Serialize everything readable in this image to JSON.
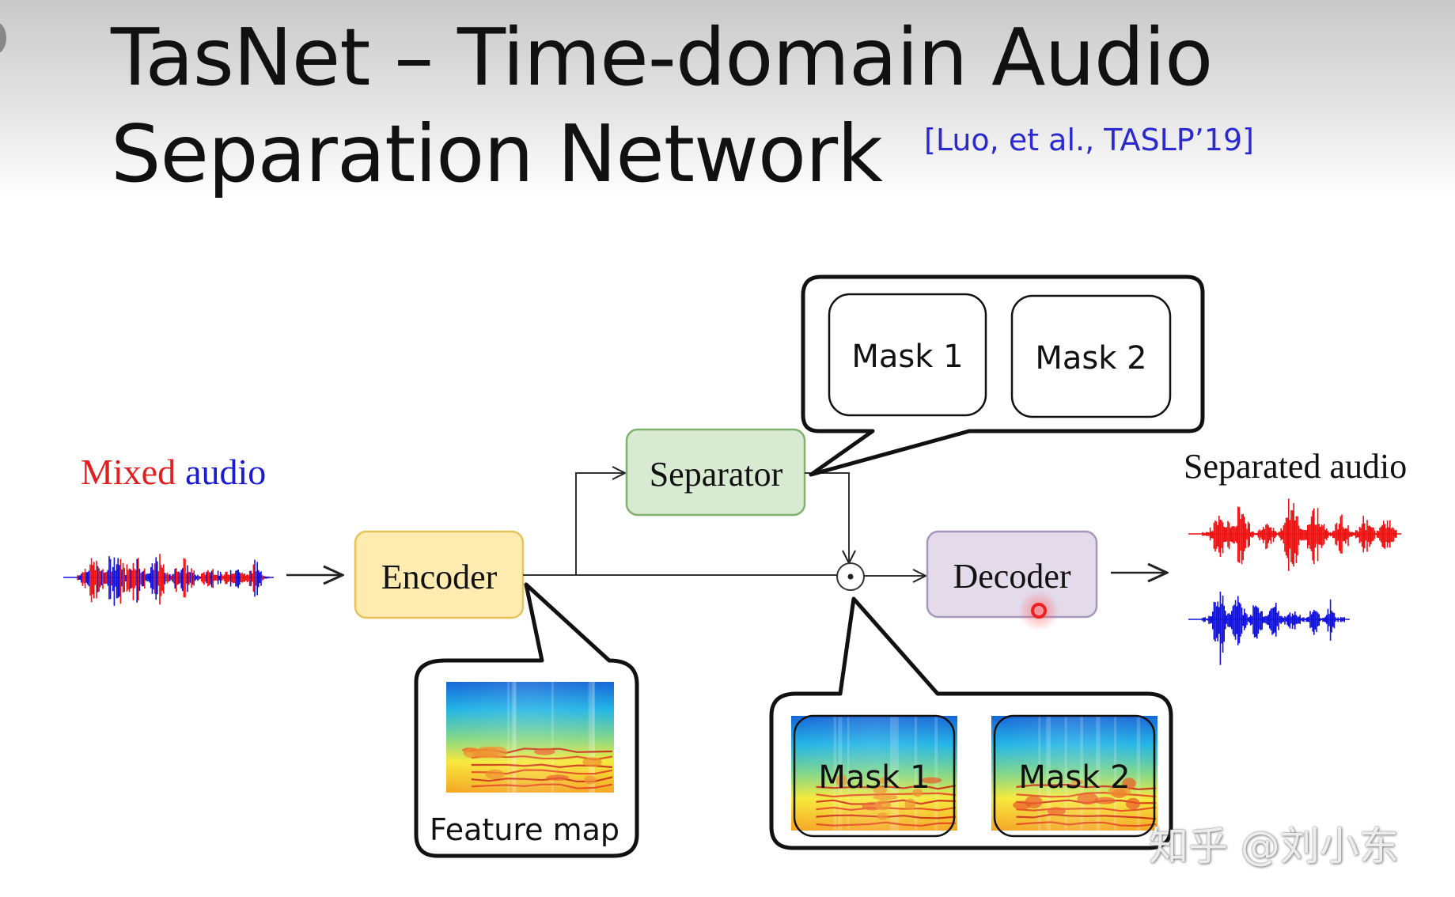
{
  "slide": {
    "title_line1": "TasNet – Time-domain Audio",
    "title_line2": "Separation Network",
    "citation": "[Luo, et al., TASLP’19]"
  },
  "diagram": {
    "input_label_part1": "Mixed",
    "input_label_part2": "audio",
    "encoder_label": "Encoder",
    "separator_label": "Separator",
    "decoder_label": "Decoder",
    "output_label": "Separated audio",
    "mask_callout": {
      "mask1": "Mask 1",
      "mask2": "Mask 2"
    },
    "feature_map_label": "Feature map",
    "masked_callout": {
      "mask1": "Mask 1",
      "mask2": "Mask 2"
    },
    "multiply_symbol": "·"
  },
  "colors": {
    "encoder_fill": "#fdebb0",
    "encoder_stroke": "#e6c25a",
    "separator_fill": "#d8ebd2",
    "separator_stroke": "#7fb06e",
    "decoder_fill": "#e3dbea",
    "decoder_stroke": "#a796bd",
    "wave_red": "#ee1111",
    "wave_blue": "#1111dd",
    "citation": "#2a2ad0"
  },
  "watermark": "知乎 @刘小东"
}
